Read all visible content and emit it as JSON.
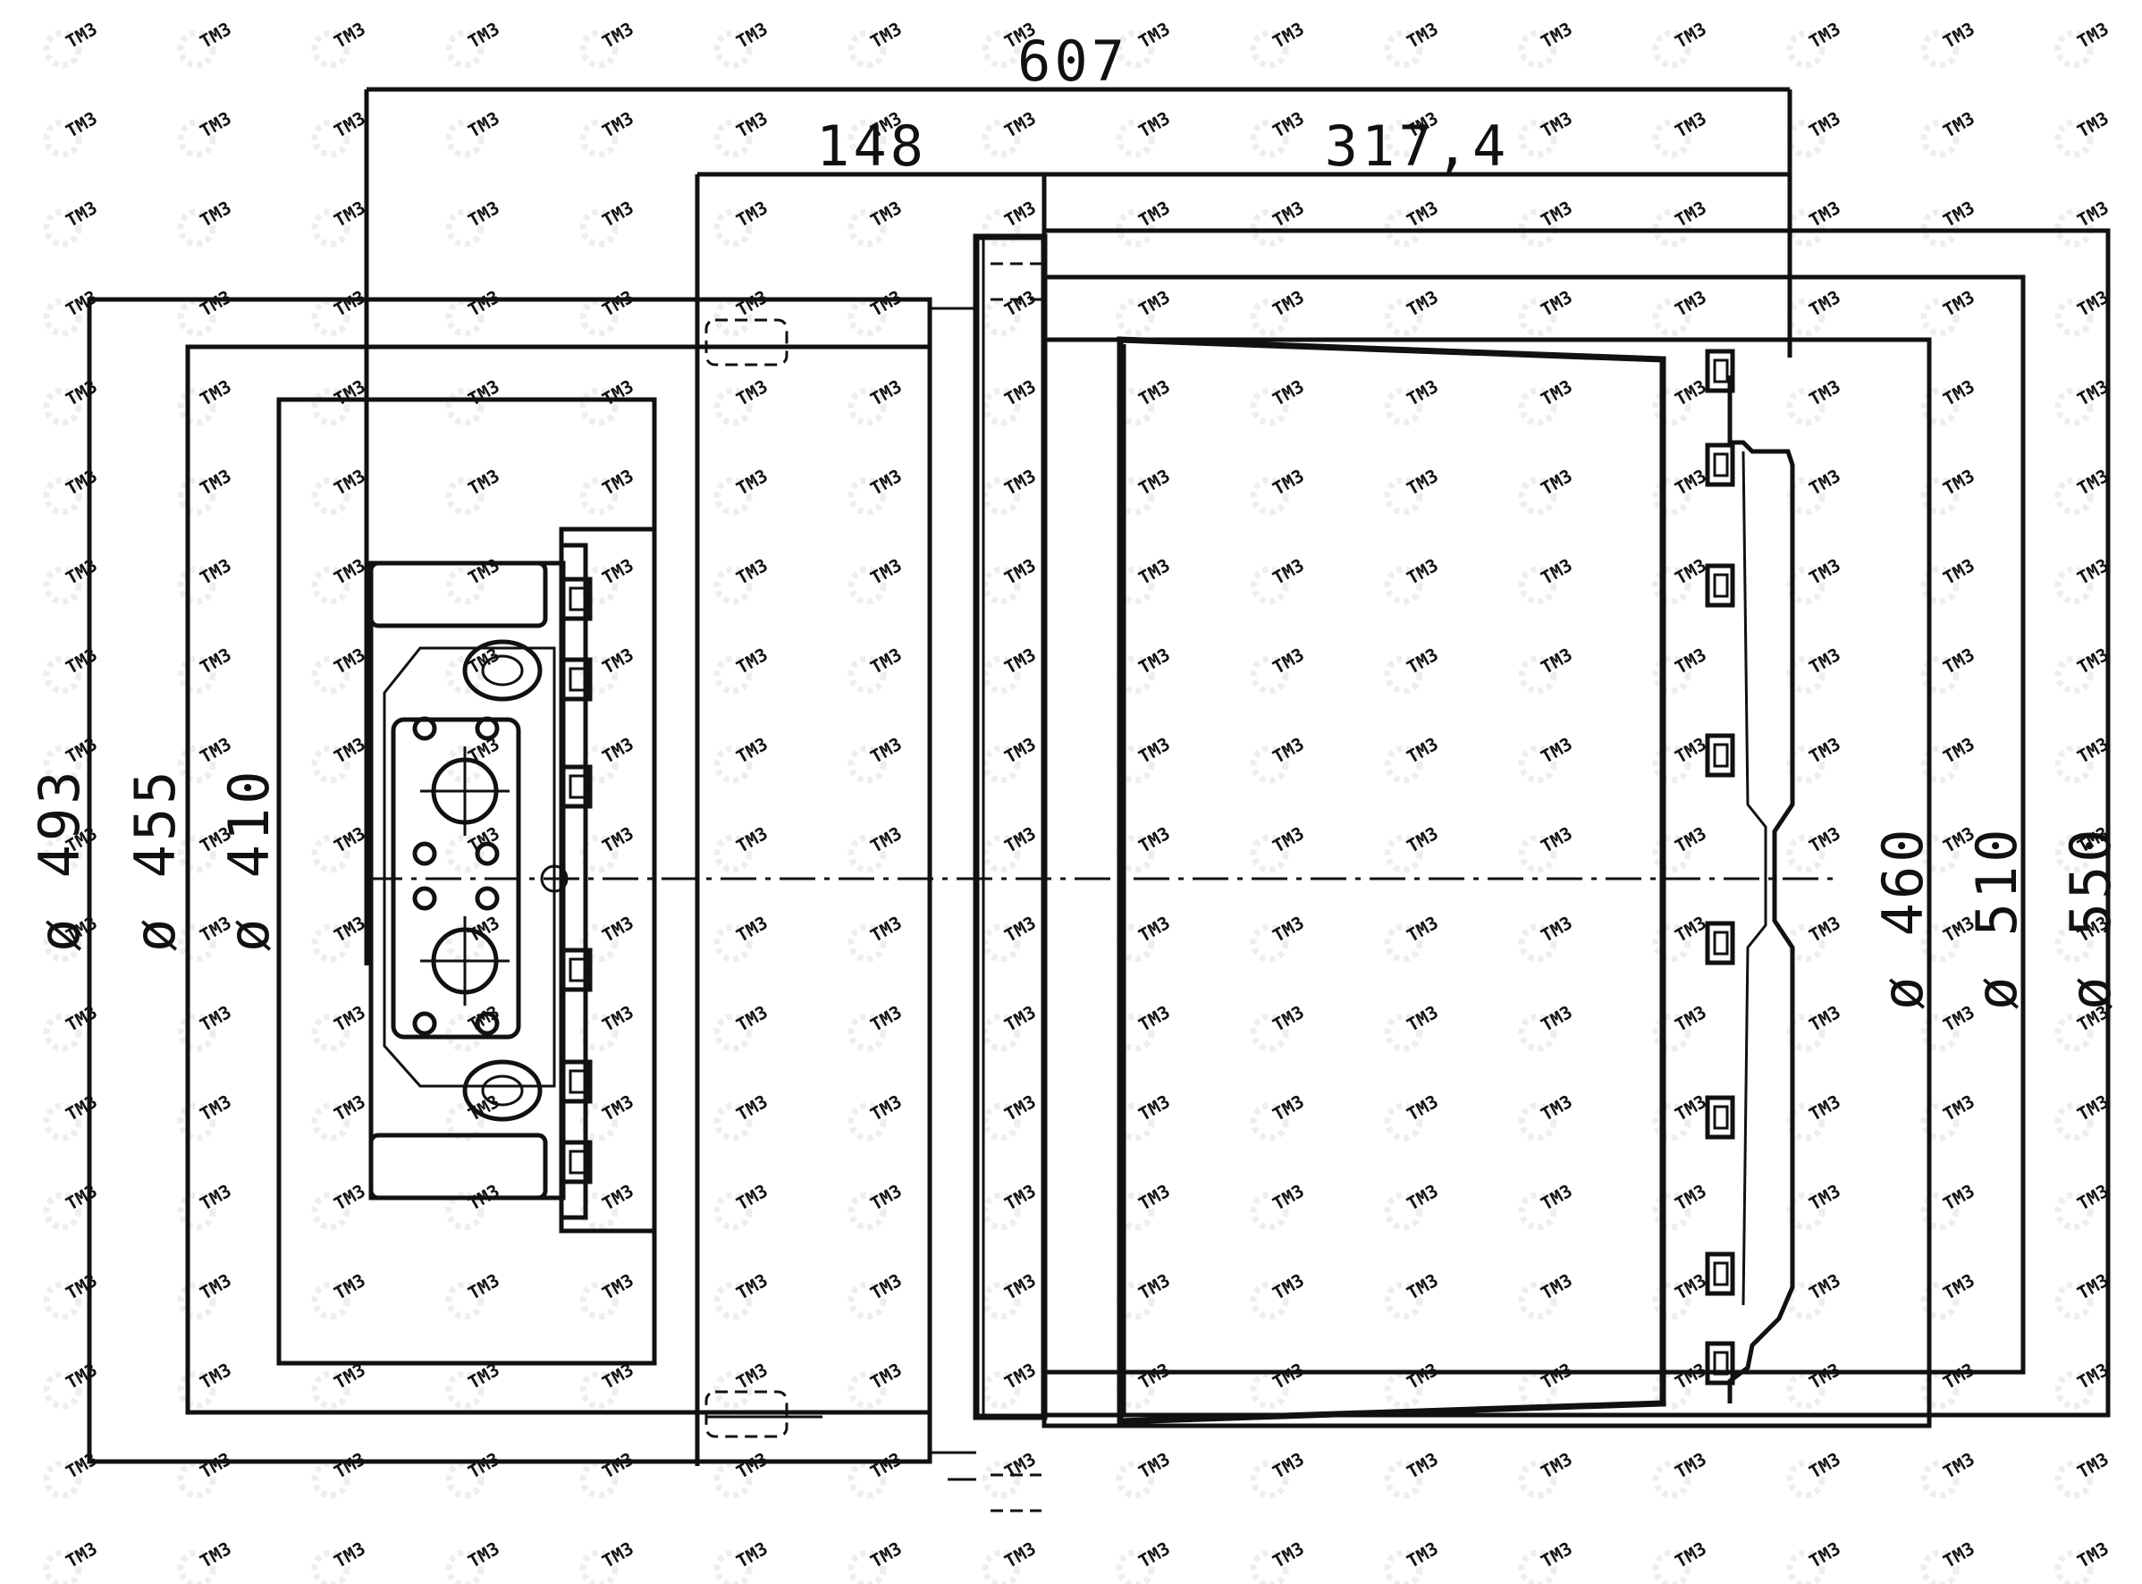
{
  "dimensions": {
    "overall_length": "607",
    "offset": "148",
    "core_length": "317,4",
    "left_outer_dia": "ø 493",
    "left_mid_dia": "ø 455",
    "left_inner_dia": "ø 410",
    "right_inner_dia": "ø 460",
    "right_mid_dia": "ø 510",
    "right_outer_dia": "ø 550"
  },
  "watermark": {
    "text": "ТМЗ",
    "icon": "gear-icon"
  }
}
